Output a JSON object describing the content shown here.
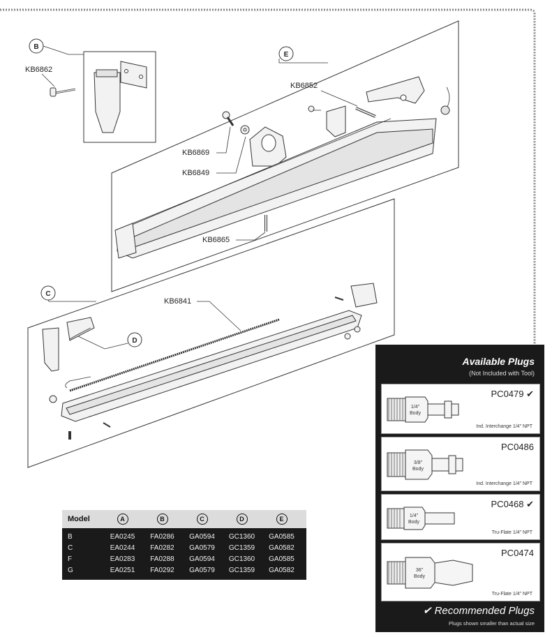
{
  "callouts": {
    "b": "B",
    "e": "E",
    "c": "C",
    "d": "D"
  },
  "parts": {
    "kb6862": "KB6862",
    "kb6852": "KB6852",
    "kb6869": "KB6869",
    "kb6849": "KB6849",
    "kb6865": "KB6865",
    "kb6841": "KB6841"
  },
  "table": {
    "header": {
      "model": "Model",
      "a": "A",
      "b": "B",
      "c": "C",
      "d": "D",
      "e": "E"
    },
    "rows": [
      {
        "model": "B",
        "a": "EA0245",
        "b": "FA0286",
        "c": "GA0594",
        "d": "GC1360",
        "e": "GA0585"
      },
      {
        "model": "C",
        "a": "EA0244",
        "b": "FA0282",
        "c": "GA0579",
        "d": "GC1359",
        "e": "GA0582"
      },
      {
        "model": "F",
        "a": "EA0283",
        "b": "FA0288",
        "c": "GA0594",
        "d": "GC1360",
        "e": "GA0585"
      },
      {
        "model": "G",
        "a": "EA0251",
        "b": "FA0292",
        "c": "GA0579",
        "d": "GC1359",
        "e": "GA0582"
      }
    ]
  },
  "plugs": {
    "title": "Available Plugs",
    "subtitle": "(Not Included with Tool)",
    "items": [
      {
        "code": "PC0479 ✔",
        "body": [
          "1/4\"",
          "Body"
        ],
        "note": "Ind. Interchange 1/4\" NPT"
      },
      {
        "code": "PC0486",
        "body": [
          "3/8\"",
          "Body"
        ],
        "note": "Ind. Interchange 1/4\" NPT"
      },
      {
        "code": "PC0468 ✔",
        "body": [
          "1/4\"",
          "Body"
        ],
        "note": "Tru-Flate 1/4\" NPT"
      },
      {
        "code": "PC0474",
        "body": [
          "36\"",
          "Body"
        ],
        "note": "Tru-Flate 1/4\" NPT"
      }
    ],
    "recommended": "✔ Recommended Plugs",
    "recommended_note": "Plugs shown smaller than actual size"
  }
}
